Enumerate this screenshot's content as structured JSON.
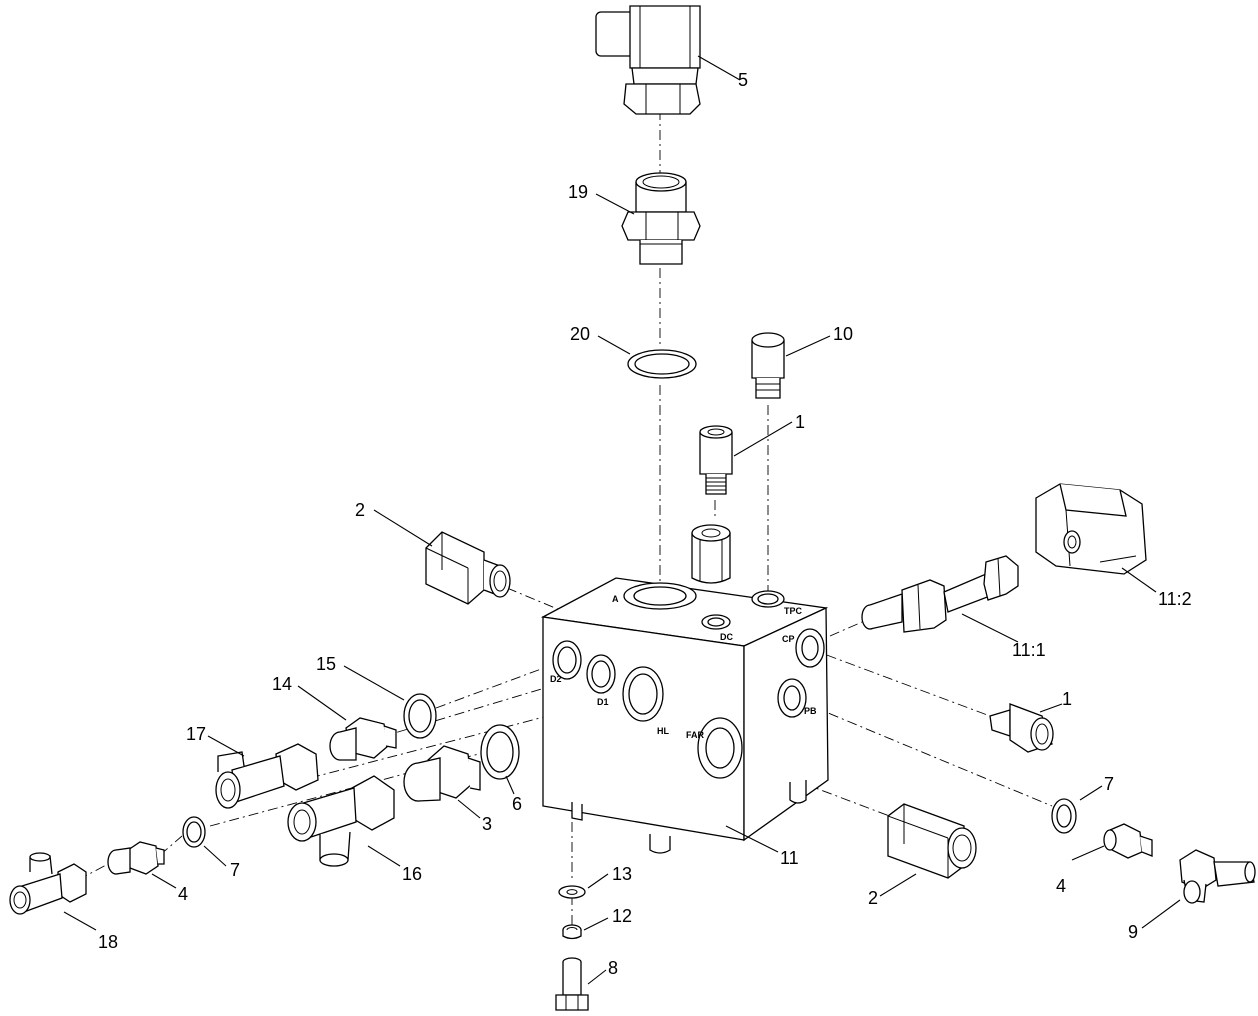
{
  "callouts": {
    "c5": "5",
    "c19": "19",
    "c20": "20",
    "c10": "10",
    "c1_top": "1",
    "c2_left": "2",
    "c11_2": "11:2",
    "c11_1": "11:1",
    "c1_right": "1",
    "c15": "15",
    "c14": "14",
    "c17": "17",
    "c6": "6",
    "c3": "3",
    "c16": "16",
    "c7_left": "7",
    "c4_left": "4",
    "c18": "18",
    "c11": "11",
    "c13": "13",
    "c12": "12",
    "c8": "8",
    "c2_right": "2",
    "c7_right": "7",
    "c4_right": "4",
    "c9": "9"
  },
  "ports": {
    "a": "A",
    "dc": "DC",
    "tpc": "TPC",
    "cp": "CP",
    "pb": "PB",
    "d2": "D2",
    "d1": "D1",
    "hl": "HL",
    "far": "FAR"
  }
}
